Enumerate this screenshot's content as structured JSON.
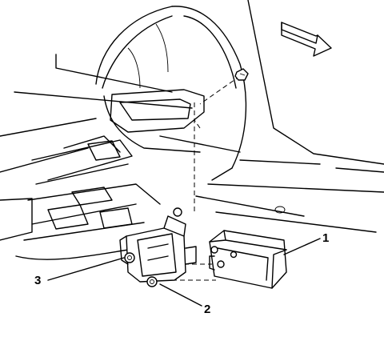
{
  "diagram": {
    "callouts": [
      {
        "id": "1",
        "label": "1"
      },
      {
        "id": "2",
        "label": "2"
      },
      {
        "id": "3",
        "label": "3"
      }
    ],
    "icons": [
      "direction-arrow-icon"
    ]
  }
}
